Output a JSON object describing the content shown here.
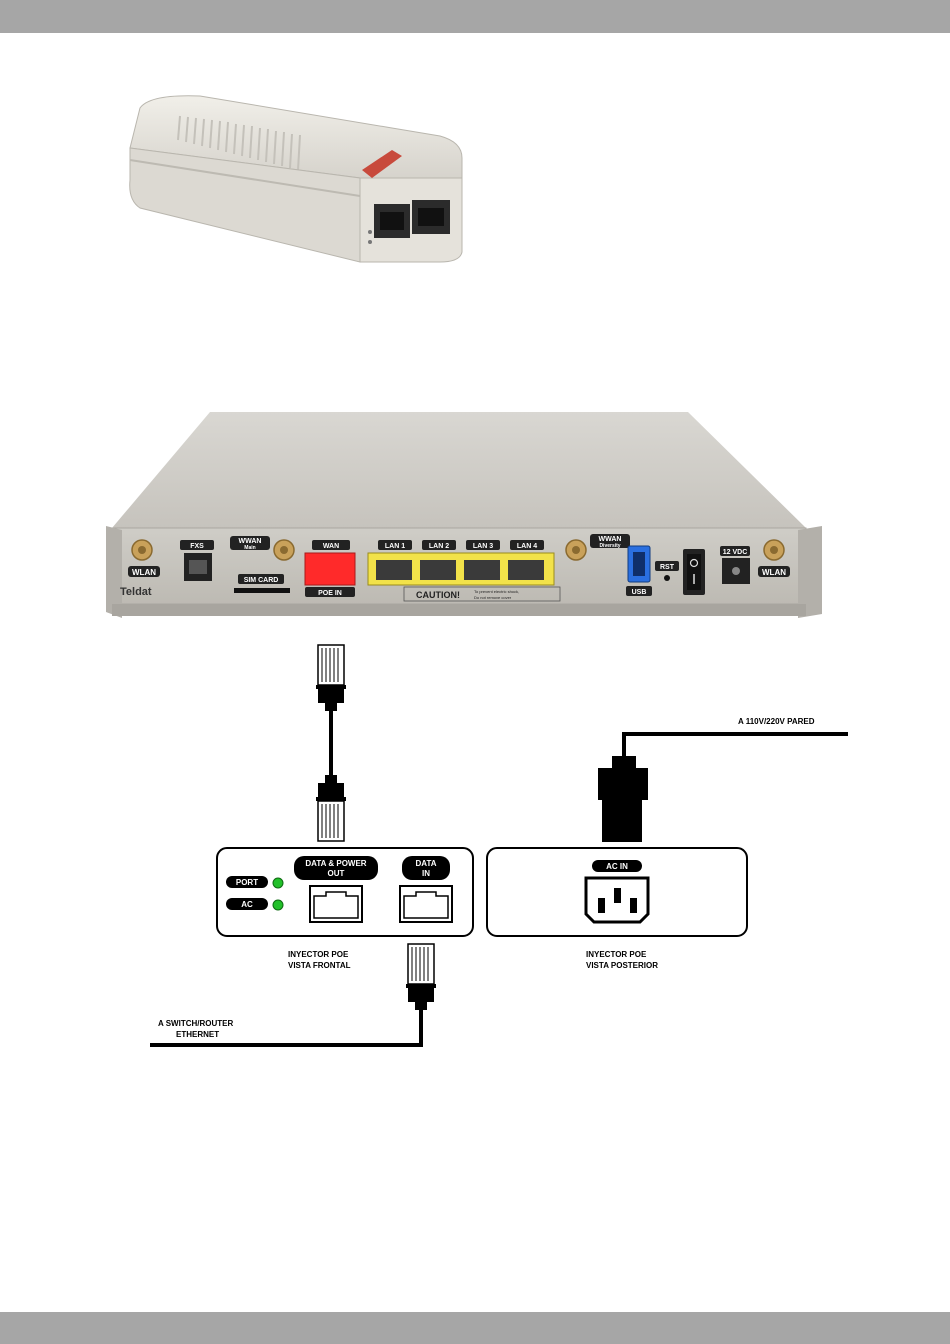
{
  "header_bar": "",
  "footer_bar": "",
  "router": {
    "labels": {
      "wlan_left": "WLAN",
      "fxs": "FXS",
      "wwan_main": "WWAN",
      "wwan_main_sub": "Main",
      "sim_card": "SIM CARD",
      "wan": "WAN",
      "poe_in": "POE IN",
      "lan1": "LAN 1",
      "lan2": "LAN 2",
      "lan3": "LAN 3",
      "lan4": "LAN 4",
      "caution": "CAUTION!",
      "caution_sub1": "To prevent electric shock,",
      "caution_sub2": "Do not remove cover",
      "wwan_div": "WWAN",
      "wwan_div_sub": "Diversity",
      "usb": "USB",
      "rst": "RST",
      "vdc": "12 VDC",
      "wlan_right": "WLAN",
      "brand": "Teldat"
    }
  },
  "diagram": {
    "port_label": "PORT",
    "ac_label": "AC",
    "data_power_out_1": "DATA & POWER",
    "data_power_out_2": "OUT",
    "data_in_1": "DATA",
    "data_in_2": "IN",
    "ac_in": "AC IN",
    "front_caption_1": "INYECTOR POE",
    "front_caption_2": "VISTA FRONTAL",
    "rear_caption_1": "INYECTOR POE",
    "rear_caption_2": "VISTA POSTERIOR",
    "wall_label": "A 110V/220V PARED",
    "switch_label_1": "A SWITCH/ROUTER",
    "switch_label_2": "ETHERNET"
  },
  "colors": {
    "led_green": "#22c02a",
    "wan_red": "#ff2a2a",
    "lan_yellow": "#f2e24a",
    "usb_blue": "#2a6fe0"
  }
}
